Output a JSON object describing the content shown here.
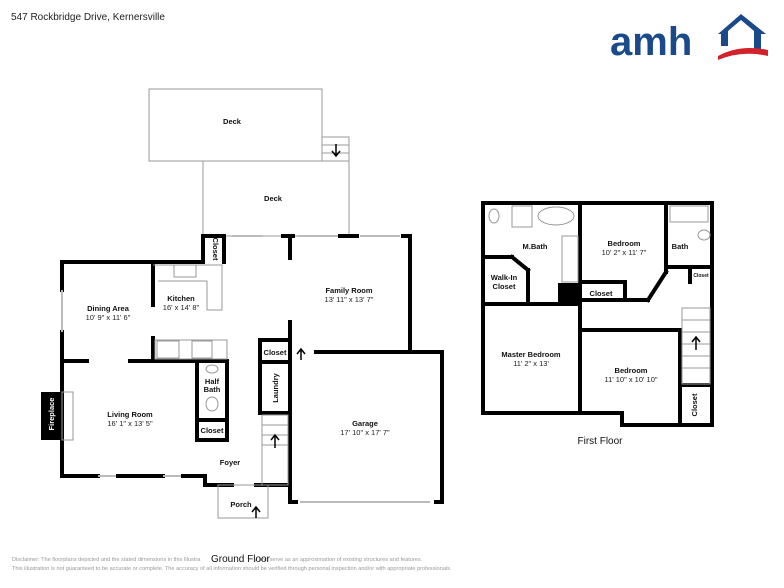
{
  "header": {
    "address": "547 Rockbridge Drive, Kernersville"
  },
  "logo": {
    "text": "amh",
    "brand_blue": "#1b4a8a",
    "brand_red": "#d2232a"
  },
  "ground_floor": {
    "title": "Ground Floor",
    "rooms": {
      "deck_upper": {
        "label": "Deck"
      },
      "deck_lower": {
        "label": "Deck"
      },
      "closet_top": {
        "label": "Closet"
      },
      "dining": {
        "label": "Dining Area",
        "dims": "10' 9\" x 11' 6\""
      },
      "kitchen": {
        "label": "Kitchen",
        "dims": "16' x 14' 8\""
      },
      "family": {
        "label": "Family Room",
        "dims": "13' 11\" x 13' 7\""
      },
      "closet_laundry": {
        "label": "Closet"
      },
      "laundry": {
        "label": "Laundry"
      },
      "half_bath": {
        "label1": "Half",
        "label2": "Bath"
      },
      "closet_bath": {
        "label": "Closet"
      },
      "living": {
        "label": "Living Room",
        "dims": "16' 1\" x 13' 5\""
      },
      "fireplace": {
        "label": "Fireplace"
      },
      "garage": {
        "label": "Garage",
        "dims": "17' 10\" x 17' 7\""
      },
      "foyer": {
        "label": "Foyer"
      },
      "porch": {
        "label": "Porch"
      }
    }
  },
  "first_floor": {
    "title": "First Floor",
    "rooms": {
      "mbath": {
        "label": "M.Bath"
      },
      "walkin": {
        "label1": "Walk-In",
        "label2": "Closet"
      },
      "bedroom2": {
        "label": "Bedroom",
        "dims": "10' 2\" x 11' 7\""
      },
      "bath": {
        "label": "Bath"
      },
      "closet_small": {
        "label": "Closet"
      },
      "closet_mid": {
        "label": "Closet"
      },
      "master": {
        "label": "Master Bedroom",
        "dims": "11' 2\" x 13'"
      },
      "bedroom3": {
        "label": "Bedroom",
        "dims": "11' 10\" x 10' 10\""
      },
      "closet_stairs": {
        "label": "Closet"
      }
    }
  },
  "disclaimer": {
    "line1_a": "Disclaimer: The floorplans depicted and the stated dimensions in this Illustra",
    "line1_b": "y and serve as an approximation of existing structures and features.",
    "line2": "This illustration is not guaranteed to be accurate or complete. The accuracy of all information should be verified through personal inspection and/or with appropriate professionals."
  }
}
